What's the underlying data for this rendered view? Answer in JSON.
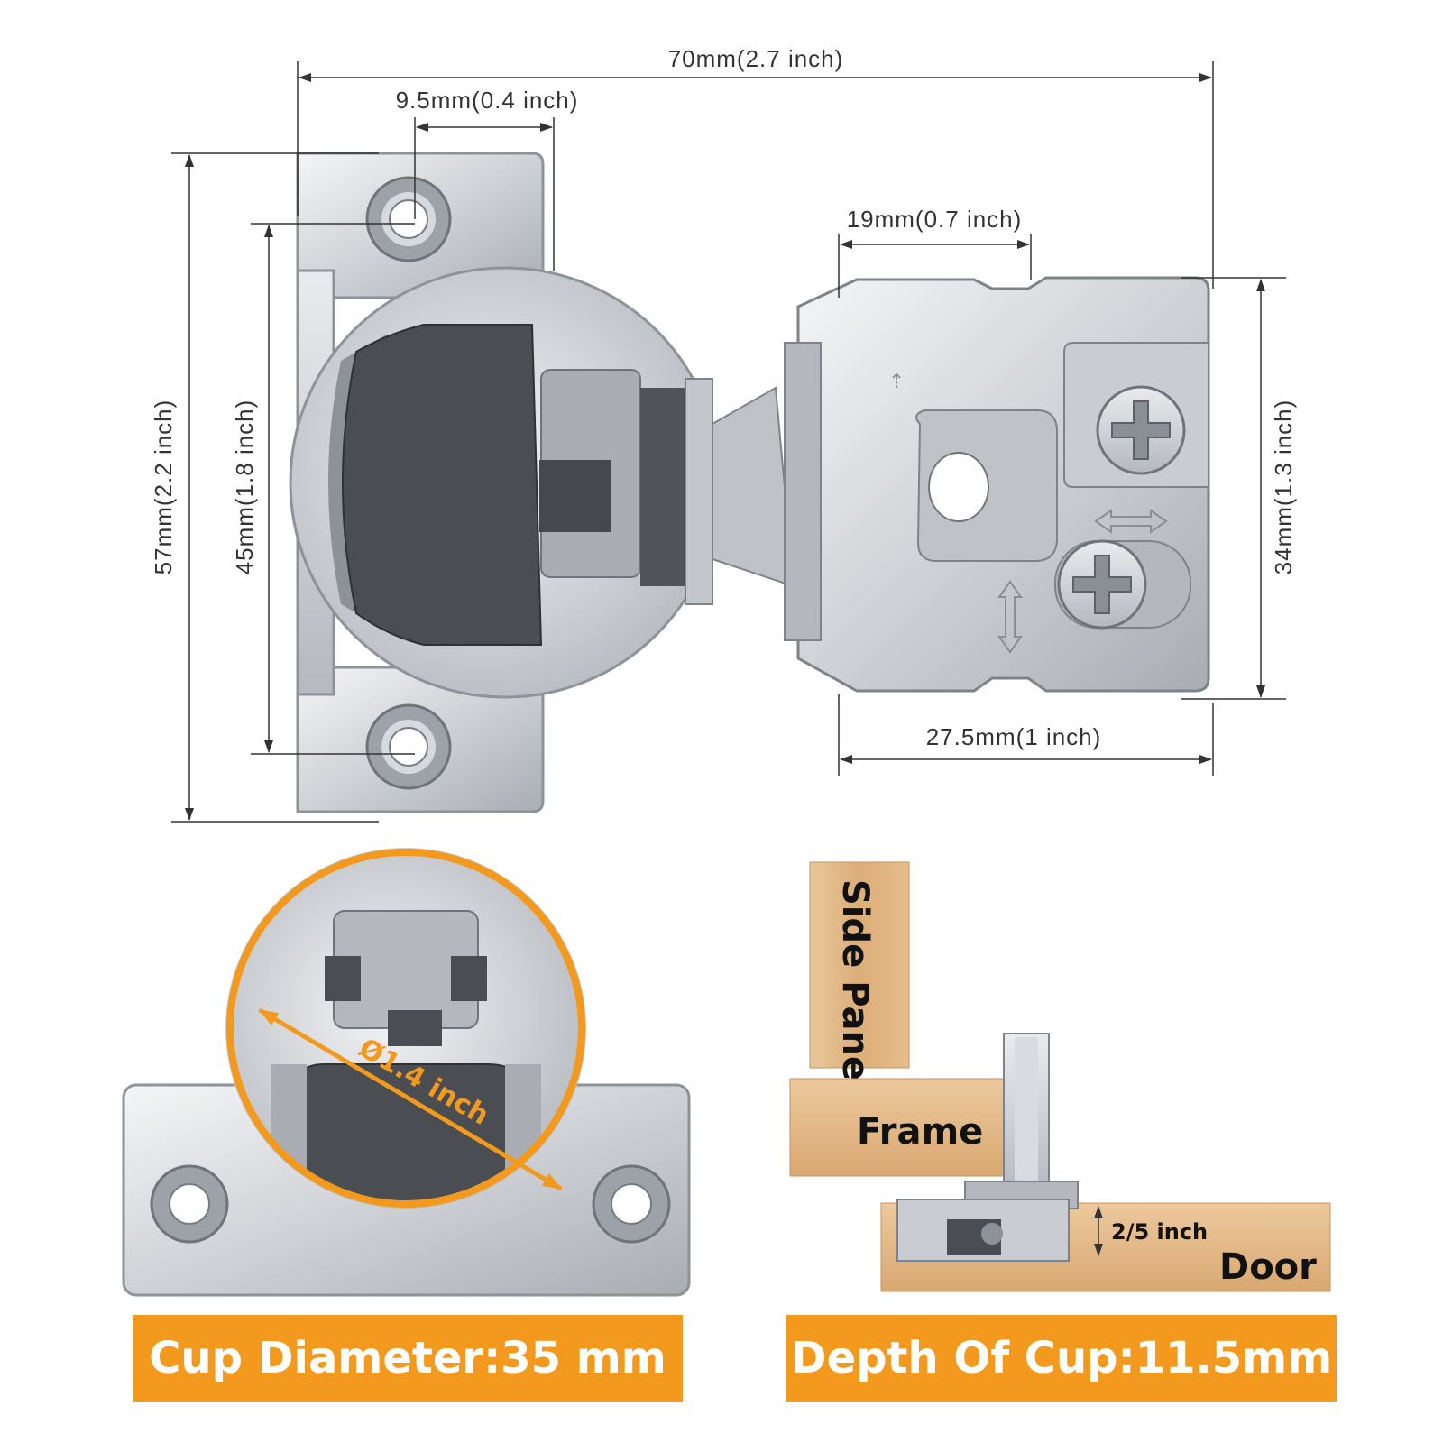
{
  "dimensions": {
    "total_width": "70mm(2.7 inch)",
    "hole_offset": "9.5mm(0.4 inch)",
    "arm_offset": "19mm(0.7 inch)",
    "plate_height": "57mm(2.2 inch)",
    "hole_spacing": "45mm(1.8 inch)",
    "arm_height": "34mm(1.3 inch)",
    "arm_length": "27.5mm(1 inch)",
    "cup_diameter_inch": "Ø1.4 inch",
    "overlay": "2/5 inch"
  },
  "install_labels": {
    "side_panel": "Side Panel",
    "frame": "Frame",
    "door": "Door"
  },
  "banners": {
    "cup_diameter": "Cup Diameter:35 mm",
    "cup_depth": "Depth Of Cup:11.5mm"
  },
  "colors": {
    "accent": "#F39A1E",
    "metal": "#C9CCD1",
    "metal_dark": "#7E838A",
    "plastic": "#4A4D52",
    "wood": "#E2B887"
  }
}
